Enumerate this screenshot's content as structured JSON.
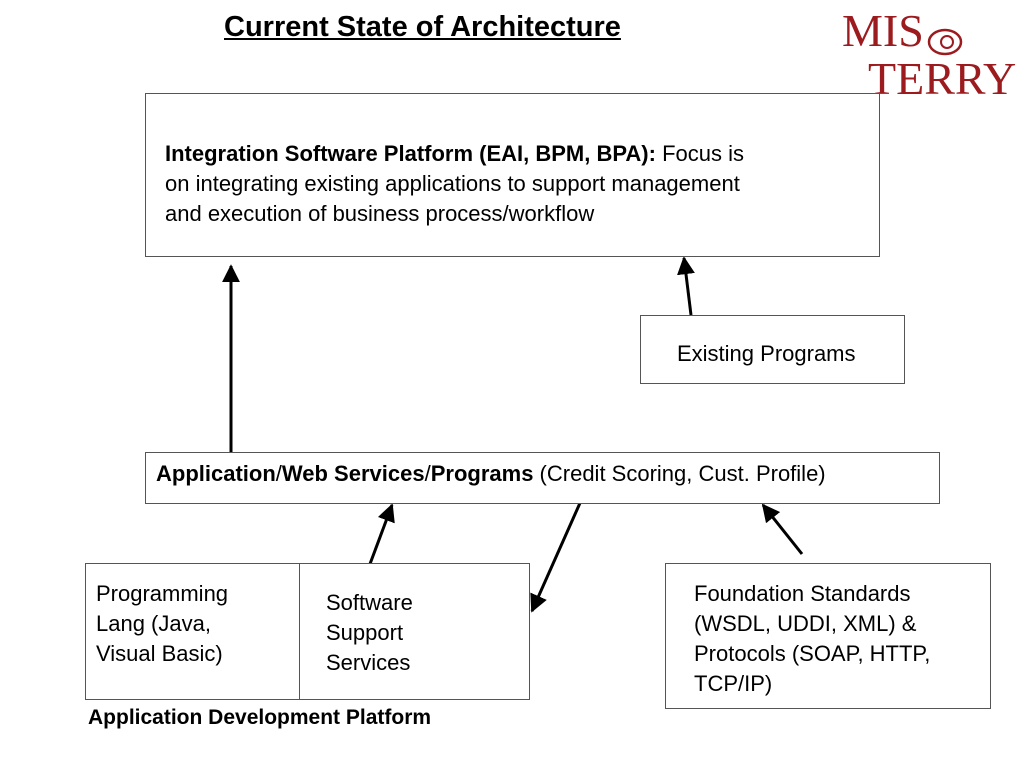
{
  "title": "Current State of Architecture",
  "logo": {
    "line1": "MIS",
    "line2": "TERRY",
    "color": "#9b1b1f"
  },
  "integration": {
    "heading": "Integration Software Platform (EAI, BPM, BPA):",
    "body_line1": " Focus is",
    "body_line2": "on integrating existing applications to support management",
    "body_line3": "and execution of business process/workflow"
  },
  "existing": {
    "label": "Existing Programs"
  },
  "services": {
    "part1": "Application",
    "sep1": "/",
    "part2": "Web Services",
    "sep2": "/",
    "part3": "Programs",
    "rest": " (Credit Scoring, Cust. Profile)"
  },
  "programming": {
    "line1": "Programming",
    "line2": "Lang (Java,",
    "line3": "Visual Basic)"
  },
  "support": {
    "line1": "Software",
    "line2": "Support",
    "line3": "Services"
  },
  "foundation": {
    "line1": "Foundation Standards",
    "line2": "(WSDL, UDDI, XML) &",
    "line3": "Protocols (SOAP, HTTP,",
    "line4": "TCP/IP)"
  },
  "platform_caption": "Application Development Platform"
}
